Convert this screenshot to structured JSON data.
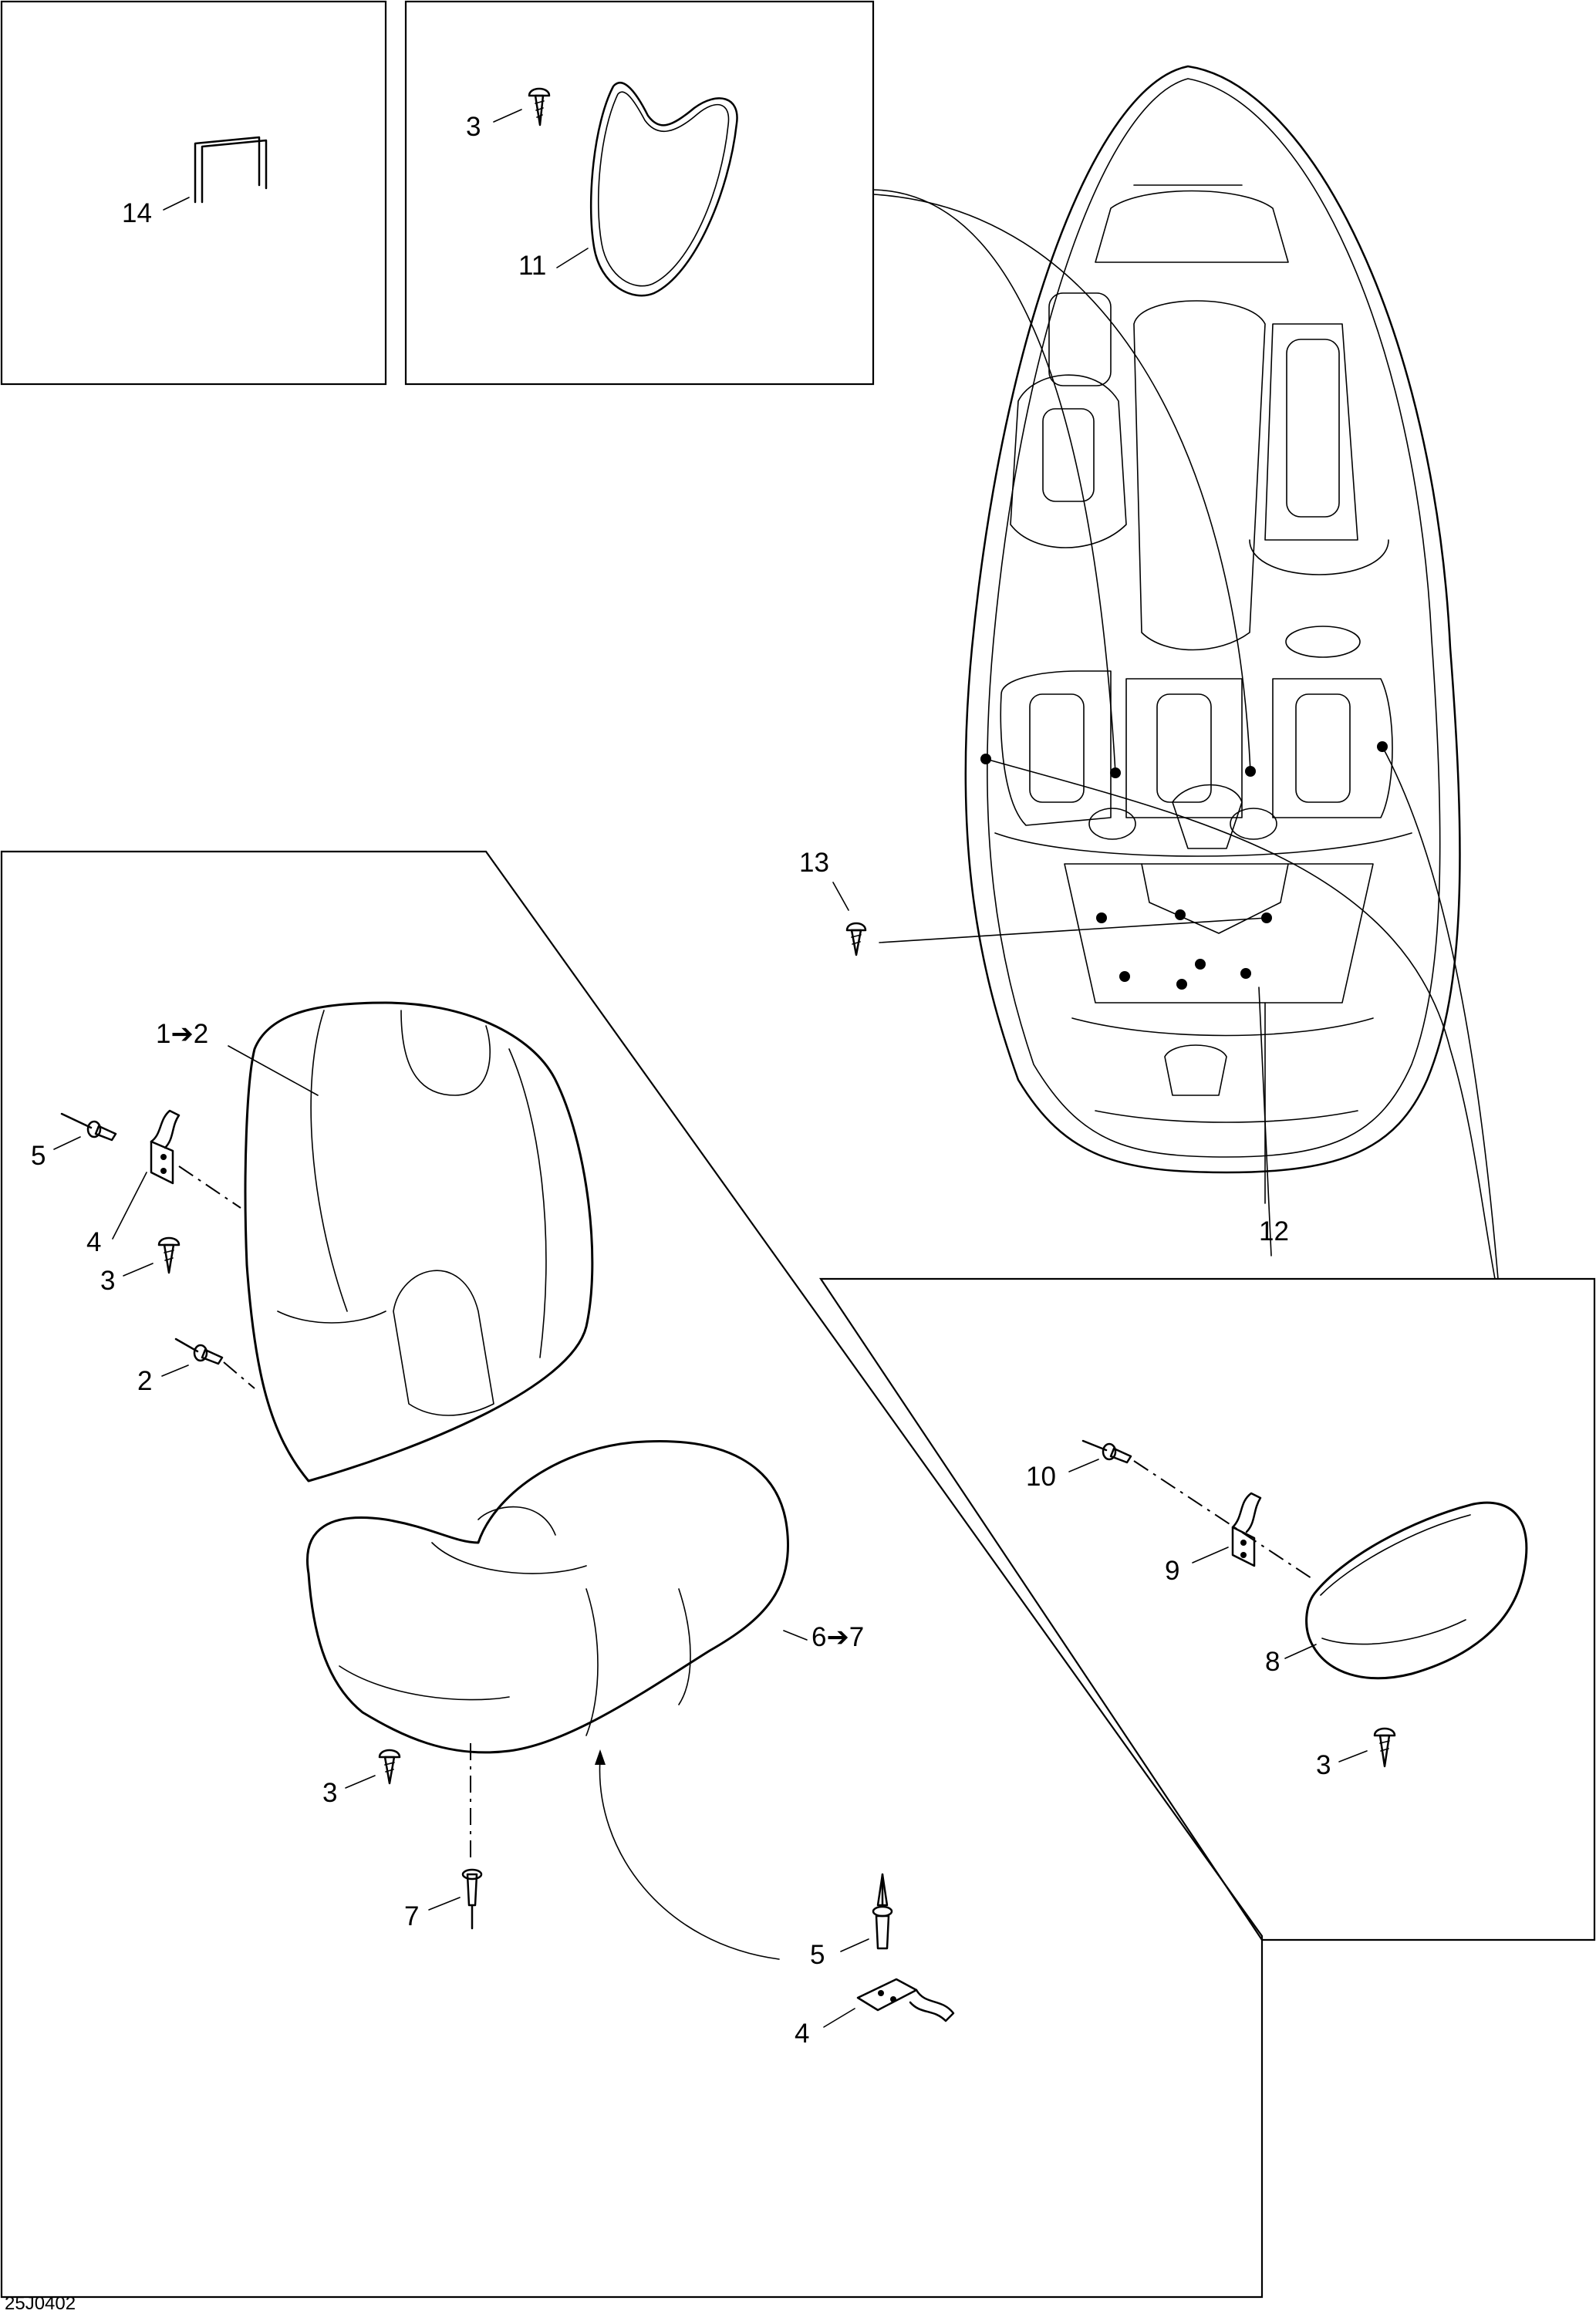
{
  "diagram": {
    "drawing_code": "25J0402",
    "callouts": {
      "c14": "14",
      "c3_top": "3",
      "c11": "11",
      "c13": "13",
      "c12": "12",
      "c1_2": "1➔2",
      "c5_left": "5",
      "c4_left": "4",
      "c3_left": "3",
      "c2": "2",
      "c6_7": "6➔7",
      "c3_seat": "3",
      "c7": "7",
      "c5_bottom": "5",
      "c4_bottom": "4",
      "c10": "10",
      "c9": "9",
      "c8": "8",
      "c3_right": "3"
    }
  }
}
